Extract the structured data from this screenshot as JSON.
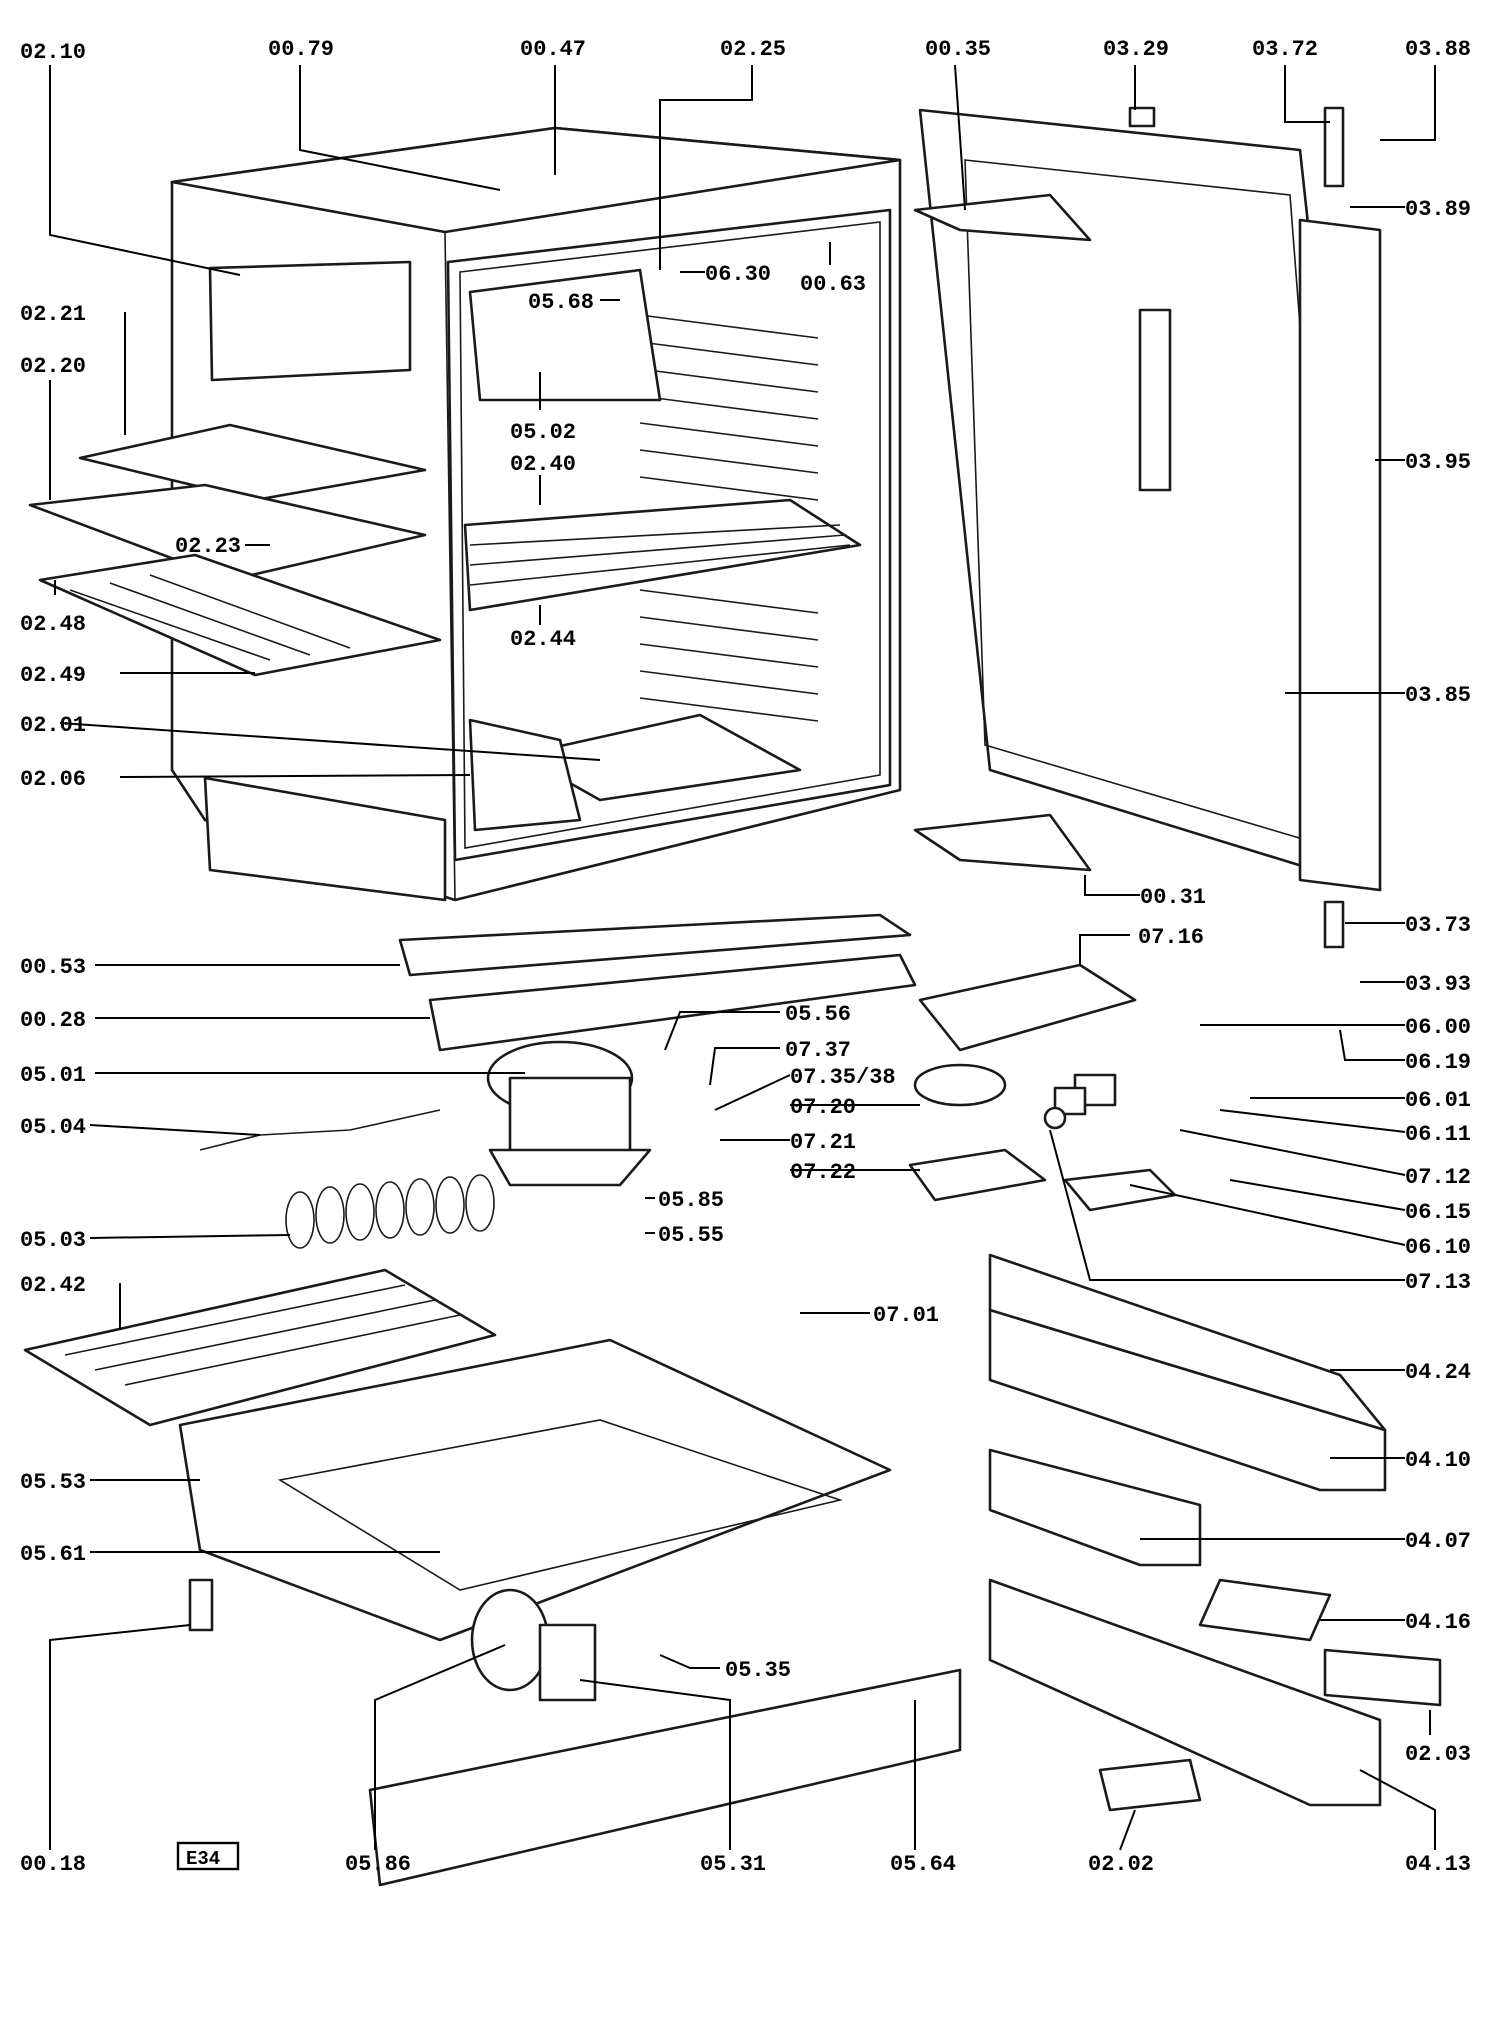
{
  "sheet_code": "E34",
  "labels": [
    {
      "id": "l1",
      "text": "02.10"
    },
    {
      "id": "l2",
      "text": "00.79"
    },
    {
      "id": "l3",
      "text": "00.47"
    },
    {
      "id": "l4",
      "text": "02.25"
    },
    {
      "id": "l5",
      "text": "00.35"
    },
    {
      "id": "l6",
      "text": "03.29"
    },
    {
      "id": "l7",
      "text": "03.72"
    },
    {
      "id": "l8",
      "text": "03.88"
    },
    {
      "id": "l9",
      "text": "03.89"
    },
    {
      "id": "l10",
      "text": "06.30"
    },
    {
      "id": "l11",
      "text": "00.63"
    },
    {
      "id": "l12",
      "text": "05.68"
    },
    {
      "id": "l13",
      "text": "02.21"
    },
    {
      "id": "l14",
      "text": "02.20"
    },
    {
      "id": "l15",
      "text": "05.02"
    },
    {
      "id": "l16",
      "text": "02.40"
    },
    {
      "id": "l17",
      "text": "03.95"
    },
    {
      "id": "l18",
      "text": "02.23"
    },
    {
      "id": "l19",
      "text": "02.48"
    },
    {
      "id": "l20",
      "text": "02.44"
    },
    {
      "id": "l21",
      "text": "02.49"
    },
    {
      "id": "l22",
      "text": "03.85"
    },
    {
      "id": "l23",
      "text": "02.01"
    },
    {
      "id": "l24",
      "text": "02.06"
    },
    {
      "id": "l25",
      "text": "00.31"
    },
    {
      "id": "l26",
      "text": "07.16"
    },
    {
      "id": "l27",
      "text": "03.73"
    },
    {
      "id": "l28",
      "text": "00.53"
    },
    {
      "id": "l29",
      "text": "03.93"
    },
    {
      "id": "l30",
      "text": "00.28"
    },
    {
      "id": "l31",
      "text": "05.56"
    },
    {
      "id": "l32",
      "text": "06.00"
    },
    {
      "id": "l33",
      "text": "07.37"
    },
    {
      "id": "l34",
      "text": "05.01"
    },
    {
      "id": "l35",
      "text": "07.35/38"
    },
    {
      "id": "l36",
      "text": "06.19"
    },
    {
      "id": "l37",
      "text": "07.20"
    },
    {
      "id": "l38",
      "text": "06.01"
    },
    {
      "id": "l39",
      "text": "05.04"
    },
    {
      "id": "l40",
      "text": "06.11"
    },
    {
      "id": "l41",
      "text": "07.21"
    },
    {
      "id": "l42",
      "text": "07.12"
    },
    {
      "id": "l43",
      "text": "07.22"
    },
    {
      "id": "l44",
      "text": "06.15"
    },
    {
      "id": "l45",
      "text": "05.85"
    },
    {
      "id": "l46",
      "text": "05.03"
    },
    {
      "id": "l47",
      "text": "05.55"
    },
    {
      "id": "l48",
      "text": "06.10"
    },
    {
      "id": "l49",
      "text": "07.13"
    },
    {
      "id": "l50",
      "text": "02.42"
    },
    {
      "id": "l51",
      "text": "07.01"
    },
    {
      "id": "l52",
      "text": "04.24"
    },
    {
      "id": "l53",
      "text": "05.53"
    },
    {
      "id": "l54",
      "text": "04.10"
    },
    {
      "id": "l55",
      "text": "04.07"
    },
    {
      "id": "l56",
      "text": "05.61"
    },
    {
      "id": "l57",
      "text": "04.16"
    },
    {
      "id": "l58",
      "text": "05.35"
    },
    {
      "id": "l59",
      "text": "02.03"
    },
    {
      "id": "l60",
      "text": "00.18"
    },
    {
      "id": "l61",
      "text": "05.86"
    },
    {
      "id": "l62",
      "text": "05.31"
    },
    {
      "id": "l63",
      "text": "05.64"
    },
    {
      "id": "l64",
      "text": "02.02"
    },
    {
      "id": "l65",
      "text": "04.13"
    }
  ]
}
